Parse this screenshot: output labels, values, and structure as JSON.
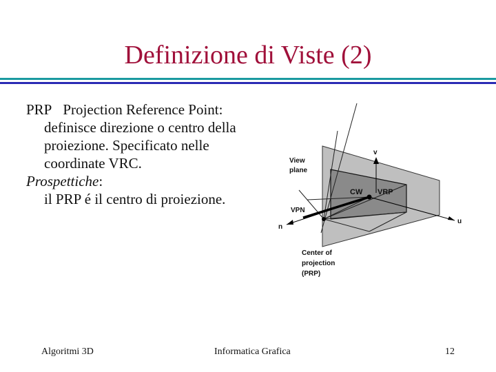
{
  "title": "Definizione di Viste (2)",
  "colors": {
    "title": "#a0103a",
    "rule_teal": "#1a9aa0",
    "rule_blue": "#2a2ab4"
  },
  "content": {
    "prp_abbr": "PRP",
    "prp_name": "Projection Reference Point:",
    "prp_desc_1": "definisce direzione o centro della",
    "prp_desc_2": "proiezione. Specificato nelle",
    "prp_desc_3": "coordinate VRC.",
    "persp_term": "Prospettiche",
    "persp_colon": ":",
    "persp_desc": "il PRP é il centro di proiezione."
  },
  "diagram": {
    "view_plane_1": "View",
    "view_plane_2": "plane",
    "cw": "CW",
    "vrp": "VRP",
    "vpn": "VPN",
    "v_axis": "v",
    "u_axis": "u",
    "n_axis": "n",
    "cop_1": "Center of",
    "cop_2": "projection",
    "cop_3": "(PRP)"
  },
  "footer": {
    "left": "Algoritmi 3D",
    "center": "Informatica Grafica",
    "page_number": "12"
  }
}
